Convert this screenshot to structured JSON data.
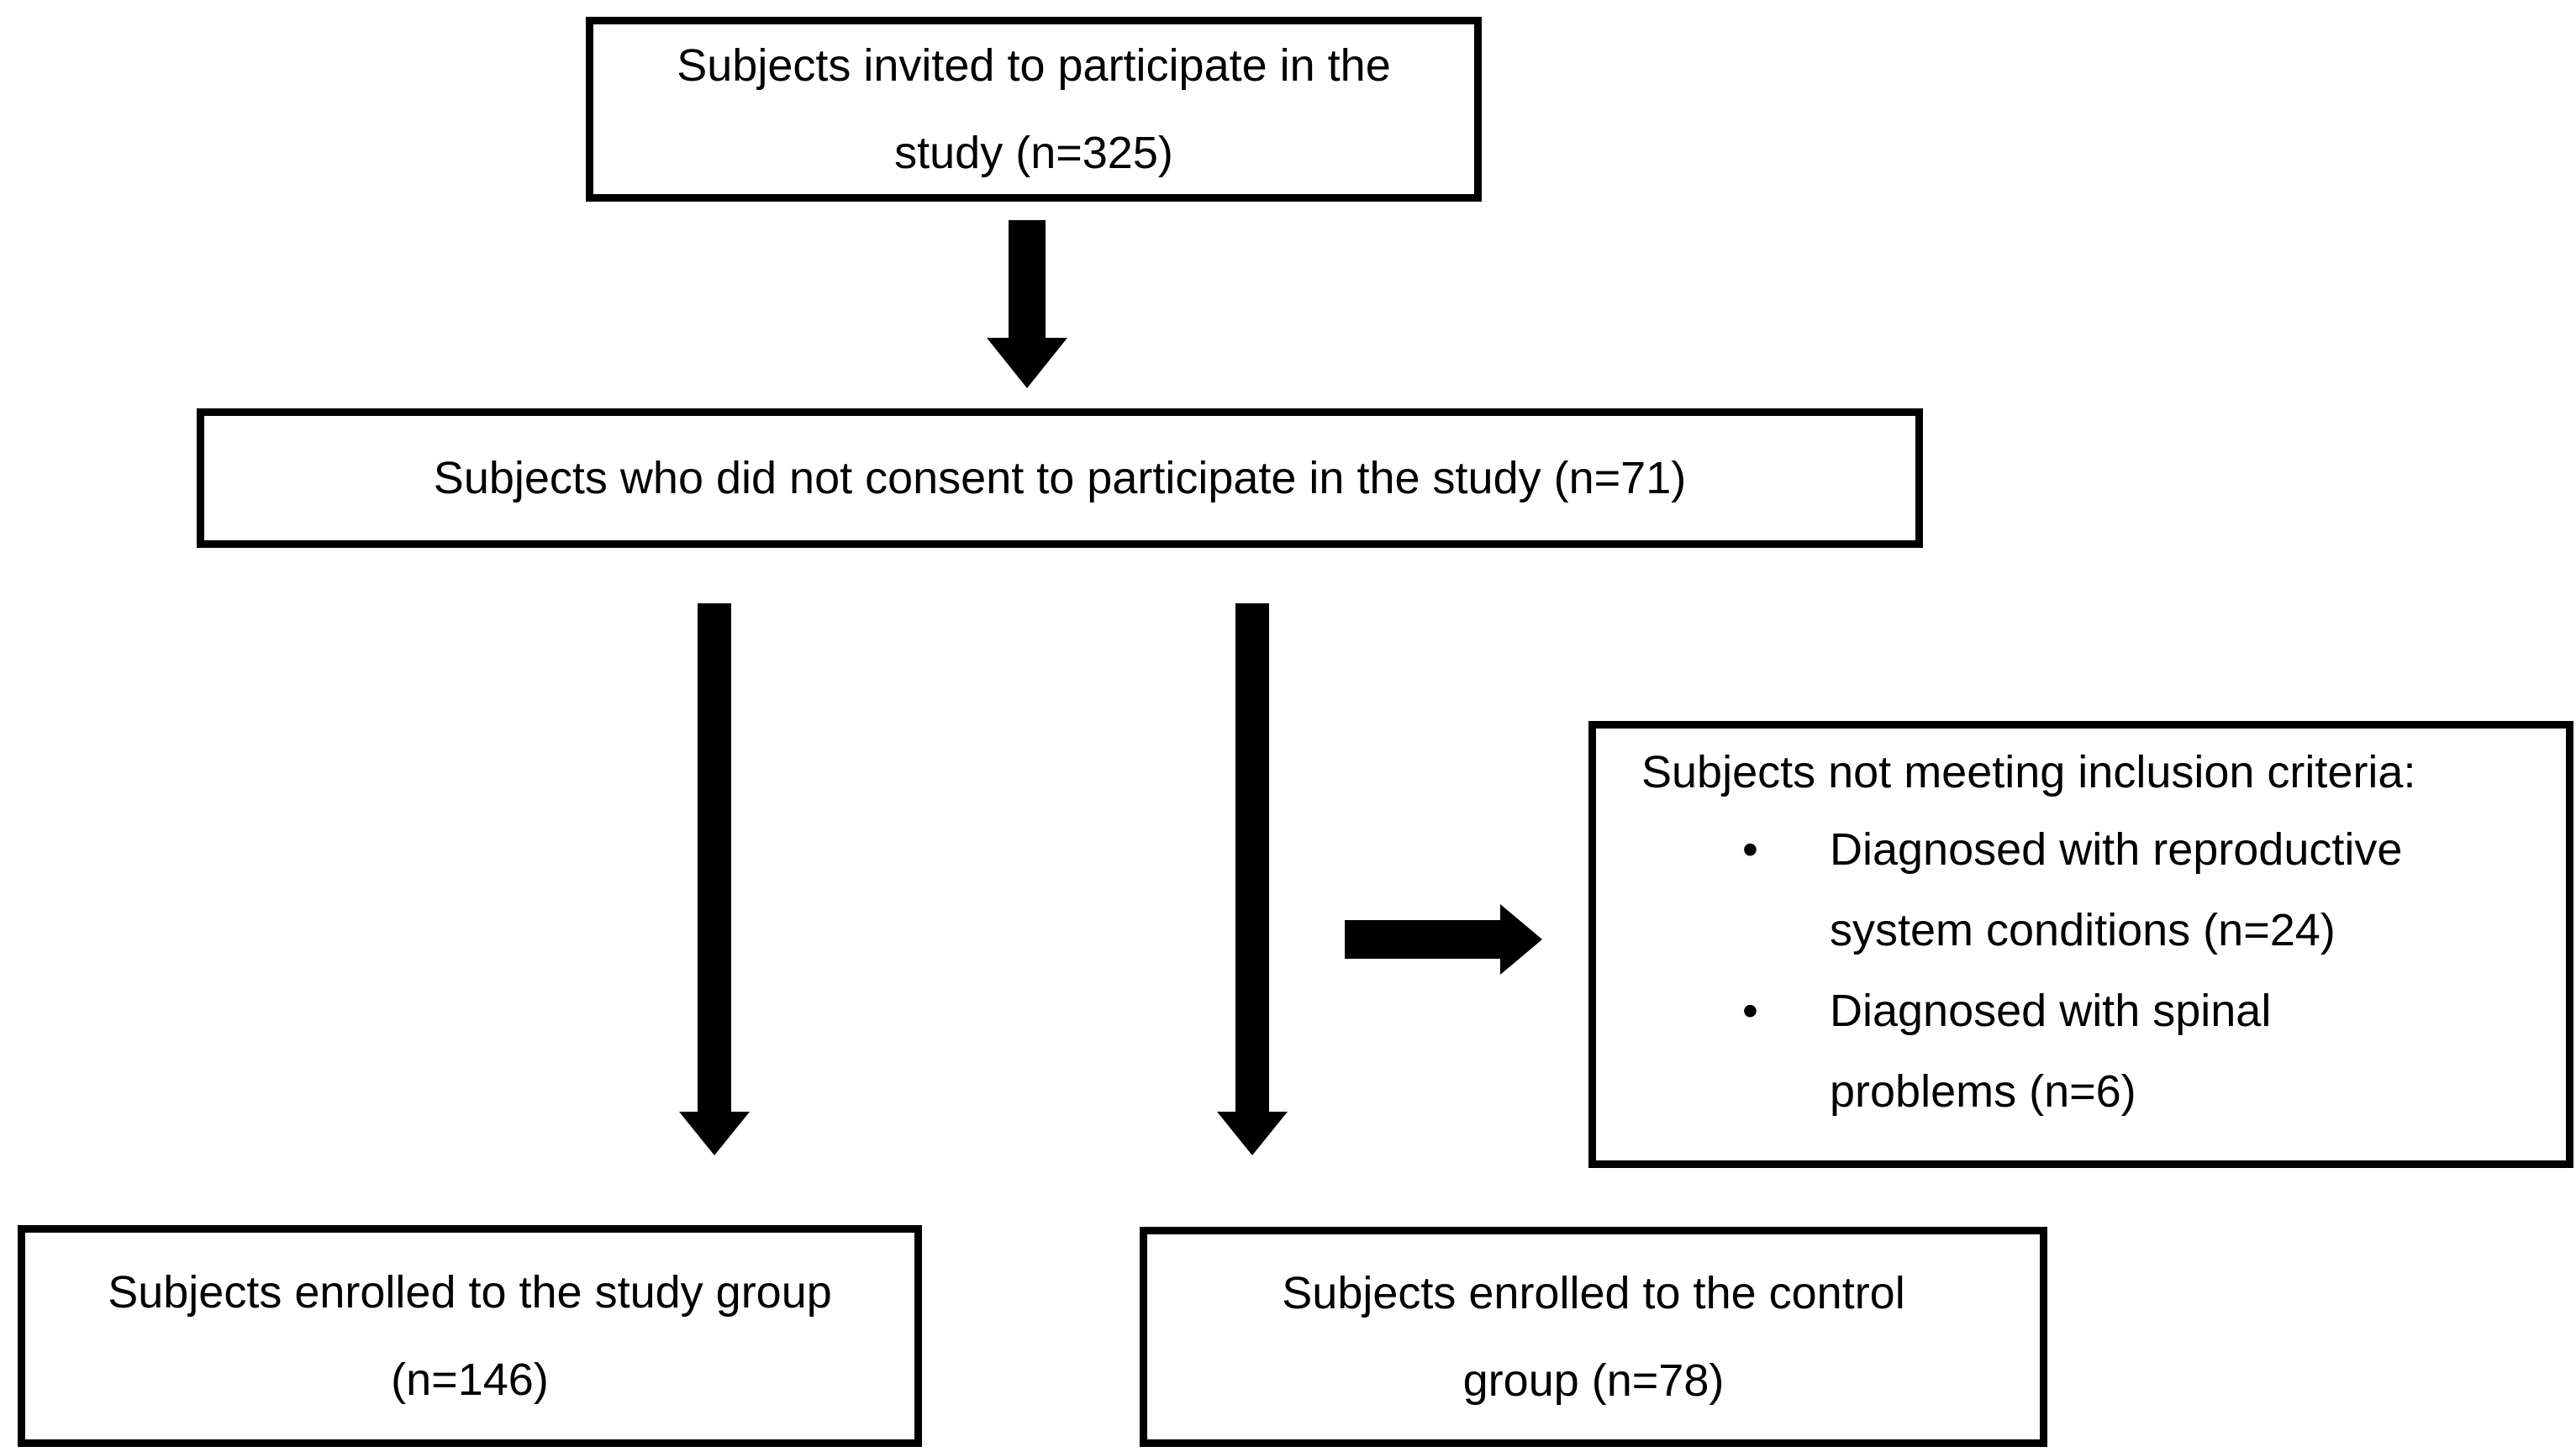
{
  "palette": {
    "ink": "#000000",
    "paper": "#ffffff"
  },
  "diagram": {
    "bullet_glyph": "•",
    "boxes": {
      "invited": {
        "lines": [
          "Subjects invited to participate in the",
          "study (n=325)"
        ],
        "n": 325
      },
      "consent": {
        "lines": [
          "Subjects who did not consent to participate in the study (n=71)"
        ],
        "n": 71
      },
      "exclusion": {
        "title": "Subjects not meeting inclusion criteria:",
        "items": [
          {
            "lines": [
              "Diagnosed with reproductive",
              "system conditions (n=24)"
            ],
            "n": 24
          },
          {
            "lines": [
              "Diagnosed with spinal",
              "problems (n=6)"
            ],
            "n": 6
          }
        ]
      },
      "study": {
        "lines": [
          "Subjects enrolled to the study group",
          "(n=146)"
        ],
        "n": 146
      },
      "control": {
        "lines": [
          "Subjects enrolled to the control",
          "group (n=78)"
        ],
        "n": 78
      }
    }
  }
}
